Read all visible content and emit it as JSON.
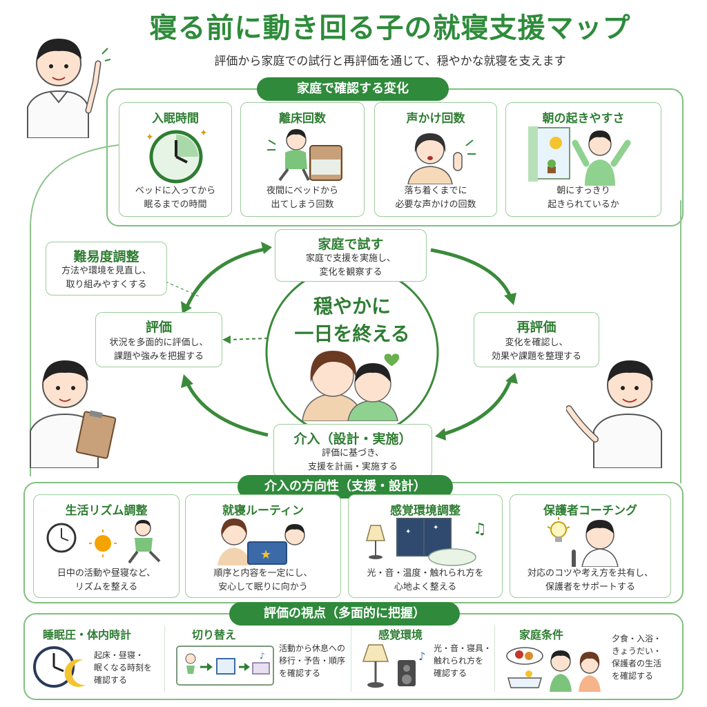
{
  "header": {
    "title": "寝る前に動き回る子の就寝支援マップ",
    "subtitle": "評価から家庭での試行と再評価を通じて、穏やかな就寝を支えます"
  },
  "home_changes": {
    "label": "家庭で確認する変化",
    "cards": [
      {
        "title": "入眠時間",
        "desc": "ベッドに入ってから\n眠るまでの時間",
        "icon": "clock-icon"
      },
      {
        "title": "離床回数",
        "desc": "夜間にベッドから\n出てしまう回数",
        "icon": "child-leaving-bed-icon"
      },
      {
        "title": "声かけ回数",
        "desc": "落ち着くまでに\n必要な声かけの回数",
        "icon": "parent-calling-icon"
      },
      {
        "title": "朝の起きやすさ",
        "desc": "朝にすっきり\n起きられているか",
        "icon": "child-waking-icon"
      }
    ]
  },
  "cycle": {
    "center": "穏やかに\n一日を終える",
    "try_at_home": {
      "title": "家庭で試す",
      "desc": "家庭で支援を実施し、\n変化を観察する"
    },
    "reassess": {
      "title": "再評価",
      "desc": "変化を確認し、\n効果や課題を整理する"
    },
    "intervention": {
      "title": "介入（設計・実施）",
      "desc": "評価に基づき、\n支援を計画・実施する"
    },
    "assessment": {
      "title": "評価",
      "desc": "状況を多面的に評価し、\n課題や強みを把握する"
    },
    "difficulty": {
      "title": "難易度調整",
      "desc": "方法や環境を見直し、\n取り組みやすくする"
    }
  },
  "directions": {
    "label": "介入の方向性（支援・設計）",
    "cards": [
      {
        "title": "生活リズム調整",
        "desc": "日中の活動や昼寝など、\nリズムを整える",
        "icon": "sun-clock-icon"
      },
      {
        "title": "就寝ルーティン",
        "desc": "順序と内容を一定にし、\n安心して眠りに向かう",
        "icon": "picture-book-icon"
      },
      {
        "title": "感覚環境調整",
        "desc": "光・音・温度・触れられ方を\n心地よく整える",
        "icon": "lamp-window-icon"
      },
      {
        "title": "保護者コーチング",
        "desc": "対応のコツや考え方を共有し、\n保護者をサポートする",
        "icon": "lightbulb-icon"
      }
    ]
  },
  "viewpoints": {
    "label": "評価の視点（多面的に把握）",
    "items": [
      {
        "title": "睡眠圧・体内時計",
        "desc": "起床・昼寝・\n眠くなる時刻を\n確認する",
        "icon": "clock-moon-icon"
      },
      {
        "title": "切り替え",
        "desc": "活動から休息への\n移行・予告・順序\nを確認する",
        "icon": "transition-flow-icon"
      },
      {
        "title": "感覚環境",
        "desc": "光・音・寝具・\n触れられ方を\n確認する",
        "icon": "lamp-speaker-icon"
      },
      {
        "title": "家庭条件",
        "desc": "夕食・入浴・\nきょうだい・\n保護者の生活\nを確認する",
        "icon": "family-meal-icon"
      }
    ]
  },
  "colors": {
    "accent": "#2f8a3b",
    "frame": "#7fbf7f",
    "light": "#eaf5ea"
  }
}
